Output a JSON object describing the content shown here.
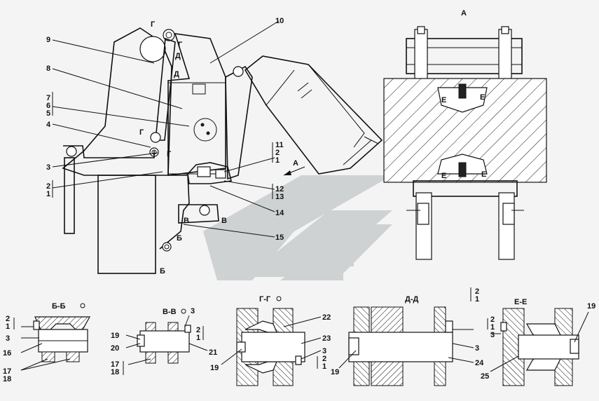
{
  "views": {
    "main": {
      "callouts": [
        "10",
        "9",
        "8",
        "7",
        "6",
        "5",
        "4",
        "3",
        "2",
        "1",
        "11",
        "2",
        "1",
        "12",
        "13",
        "14",
        "15"
      ],
      "section_marks": [
        "Г",
        "Г",
        "Д",
        "Д",
        "Г",
        "Г",
        "В",
        "В",
        "Б",
        "Б"
      ],
      "arrow_label": "А"
    },
    "view_a": {
      "title": "А",
      "section_marks": [
        "Е",
        "Е",
        "Е",
        "Е"
      ]
    },
    "sections": [
      {
        "title": "Б-Б",
        "callouts": [
          "2",
          "1",
          "3",
          "16",
          "17",
          "18"
        ]
      },
      {
        "title": "В-В",
        "callouts": [
          "3",
          "2",
          "1",
          "19",
          "20",
          "17",
          "18",
          "21"
        ]
      },
      {
        "title": "Г-Г",
        "callouts": [
          "22",
          "23",
          "3",
          "2",
          "1",
          "19"
        ]
      },
      {
        "title": "Д-Д",
        "callouts": [
          "2",
          "1",
          "3",
          "24",
          "19"
        ]
      },
      {
        "title": "Е-Е",
        "callouts": [
          "2",
          "1",
          "3",
          "19",
          "25"
        ]
      }
    ]
  },
  "colors": {
    "line": "#111111",
    "background": "#f4f4f4",
    "watermark": "#c8cccc"
  }
}
